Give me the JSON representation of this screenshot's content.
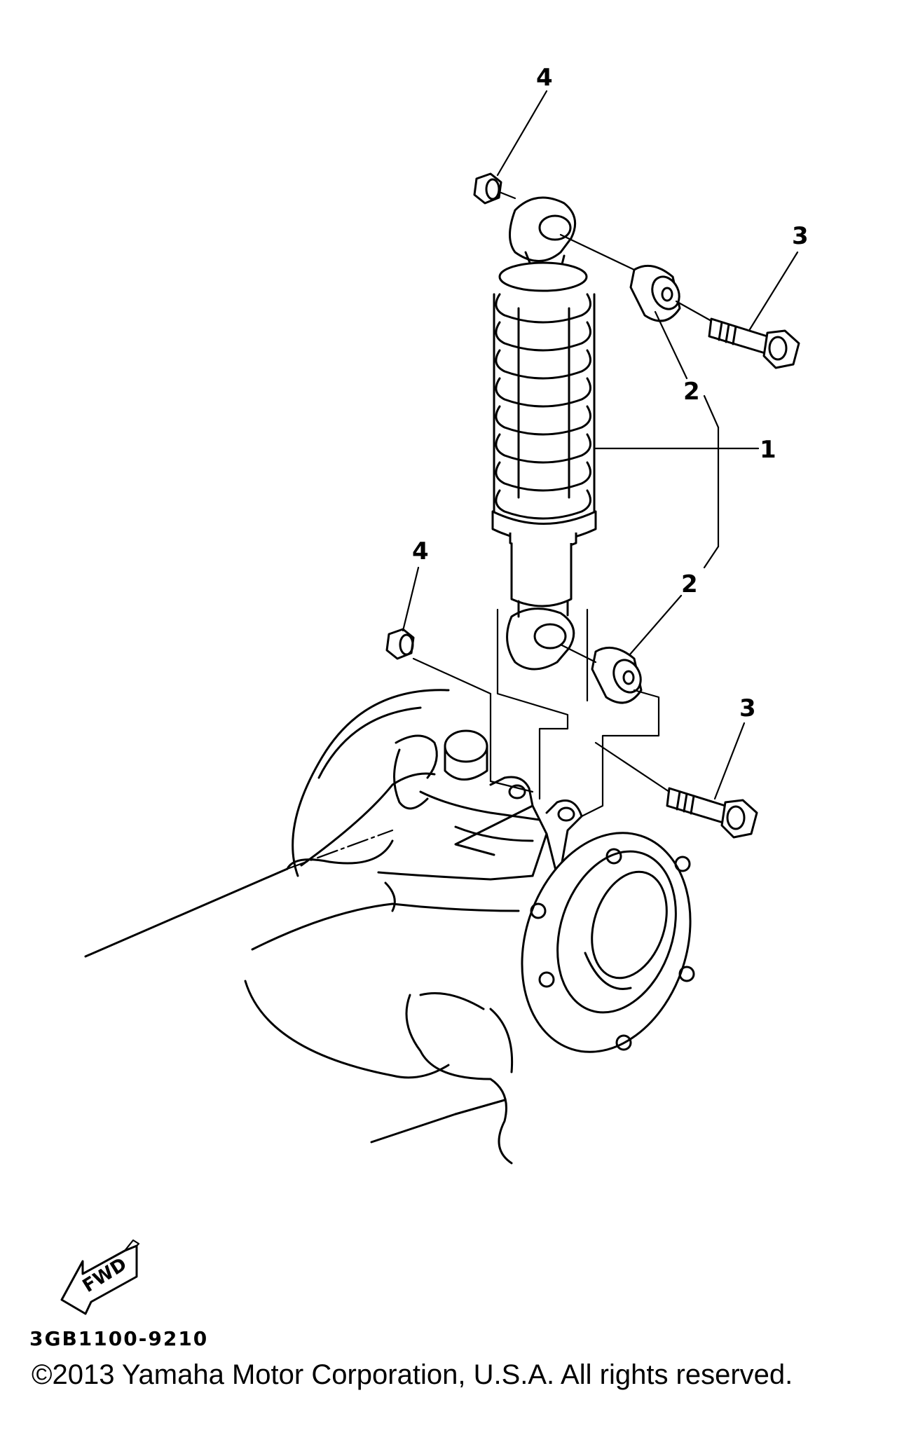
{
  "diagram": {
    "callouts": [
      {
        "id": "c4-top",
        "label": "4"
      },
      {
        "id": "c3-top",
        "label": "3"
      },
      {
        "id": "c2-top",
        "label": "2"
      },
      {
        "id": "c1",
        "label": "1"
      },
      {
        "id": "c4-bottom",
        "label": "4"
      },
      {
        "id": "c2-bottom",
        "label": "2"
      },
      {
        "id": "c3-bottom",
        "label": "3"
      }
    ],
    "fwd_label": "FWD",
    "drawing_code": "3GB1100-9210"
  },
  "footer": {
    "copyright": "©2013 Yamaha Motor Corporation, U.S.A. All rights reserved."
  }
}
